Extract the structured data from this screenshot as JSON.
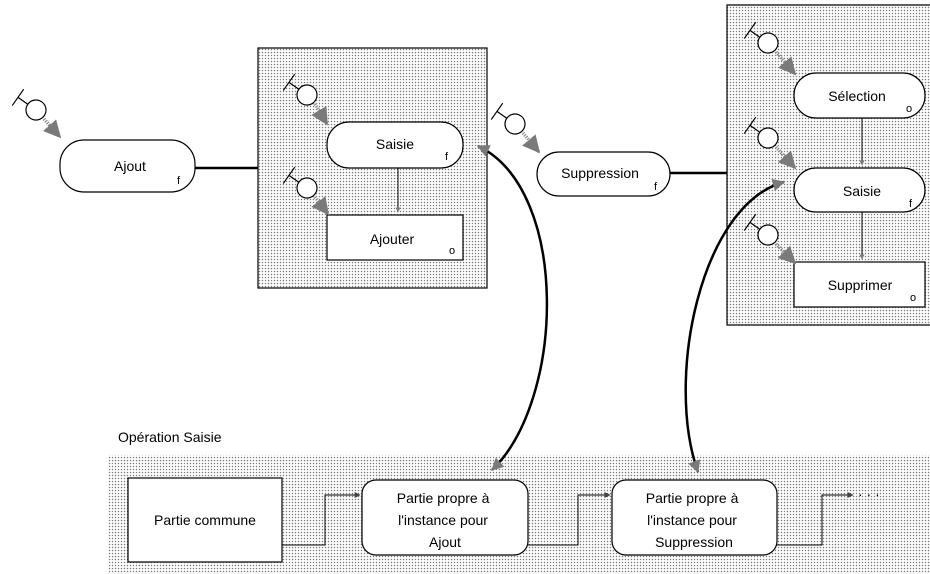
{
  "labels": {
    "ajout": "Ajout",
    "ajout_sub": "f",
    "saisie1": "Saisie",
    "saisie1_sub": "f",
    "ajouter": "Ajouter",
    "ajouter_sub": "o",
    "suppression": "Suppression",
    "suppression_sub": "f",
    "selection": "Sélection",
    "selection_sub": "o",
    "saisie2": "Saisie",
    "saisie2_sub": "f",
    "supprimer": "Supprimer",
    "supprimer_sub": "o",
    "operation_title": "Opération Saisie",
    "partie_commune": "Partie commune",
    "partie_ajout": [
      "Partie propre à",
      "l'instance pour",
      "Ajout"
    ],
    "partie_suppression": [
      "Partie propre à",
      "l'instance pour",
      "Suppression"
    ],
    "ellipsis": "· · ·"
  },
  "colors": {
    "stipple": "#8a8a8a",
    "line": "#000000"
  }
}
